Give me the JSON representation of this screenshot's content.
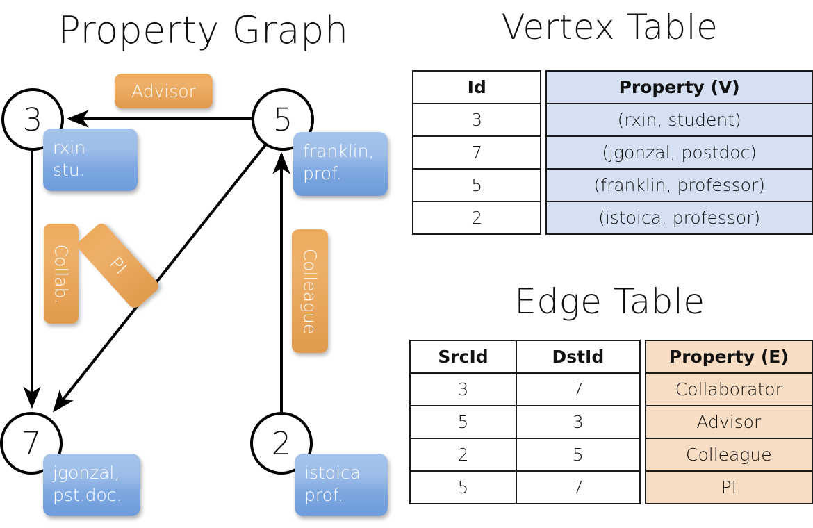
{
  "titles": {
    "property_graph": "Property Graph",
    "vertex_table": "Vertex Table",
    "edge_table": "Edge Table"
  },
  "graph": {
    "nodes": [
      {
        "id": "3",
        "label": "3",
        "property_line1": "rxin",
        "property_line2": "stu."
      },
      {
        "id": "5",
        "label": "5",
        "property_line1": "franklin,",
        "property_line2": "prof."
      },
      {
        "id": "7",
        "label": "7",
        "property_line1": "jgonzal,",
        "property_line2": "pst.doc."
      },
      {
        "id": "2",
        "label": "2",
        "property_line1": "istoica",
        "property_line2": "prof."
      }
    ],
    "edge_labels": {
      "advisor": "Advisor",
      "collab": "Collab.",
      "pi": "PI",
      "colleague": "Colleague"
    },
    "edges": [
      {
        "src": "5",
        "dst": "3",
        "label": "Advisor"
      },
      {
        "src": "3",
        "dst": "7",
        "label": "Collab."
      },
      {
        "src": "5",
        "dst": "7",
        "label": "PI"
      },
      {
        "src": "2",
        "dst": "5",
        "label": "Colleague"
      }
    ]
  },
  "vertex_table": {
    "headers": [
      "Id",
      "Property (V)"
    ],
    "rows": [
      {
        "id": "3",
        "property": "(rxin, student)"
      },
      {
        "id": "7",
        "property": "(jgonzal, postdoc)"
      },
      {
        "id": "5",
        "property": "(franklin, professor)"
      },
      {
        "id": "2",
        "property": "(istoica, professor)"
      }
    ]
  },
  "edge_table": {
    "headers": [
      "SrcId",
      "DstId",
      "Property (E)"
    ],
    "rows": [
      {
        "src": "3",
        "dst": "7",
        "property": "Collaborator"
      },
      {
        "src": "5",
        "dst": "3",
        "property": "Advisor"
      },
      {
        "src": "2",
        "dst": "5",
        "property": "Colleague"
      },
      {
        "src": "5",
        "dst": "7",
        "property": "PI"
      }
    ]
  },
  "colors": {
    "vertex_property_fill": "#d5e0f2",
    "edge_property_fill": "#f7ddc3",
    "node_box_blue": "#7ba6e0",
    "edge_label_orange": "#e7a358",
    "stroke": "#000000"
  }
}
